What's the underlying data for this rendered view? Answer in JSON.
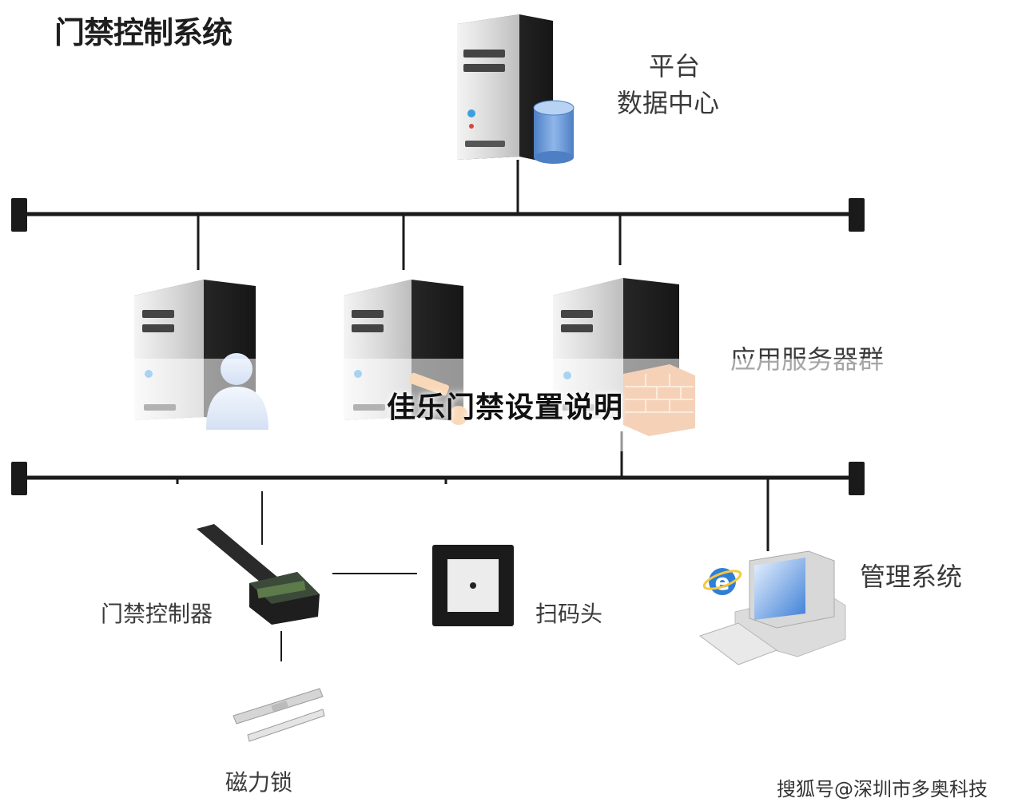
{
  "title": "门禁控制系统",
  "nodes": {
    "data_center": {
      "line1": "平台",
      "line2": "数据中心"
    },
    "app_servers": "应用服务器群",
    "access_controller": "门禁控制器",
    "scanner": "扫码头",
    "magnetic_lock": "磁力锁",
    "management": "管理系统"
  },
  "overlay": {
    "heading": "佳乐门禁设置说明"
  },
  "watermark": "搜狐号@深圳市多奥科技",
  "colors": {
    "bus": "#1a1a1a",
    "server_dark": "#2b2b2b",
    "server_light": "#d9d9d9",
    "database": "#6a9bd8",
    "firewall": "#e8a070"
  },
  "icons": [
    "server-icon",
    "database-icon",
    "user-icon",
    "key-icon",
    "firewall-icon",
    "controller-box-icon",
    "scanner-icon",
    "magnetic-lock-icon",
    "computer-icon",
    "browser-icon"
  ]
}
